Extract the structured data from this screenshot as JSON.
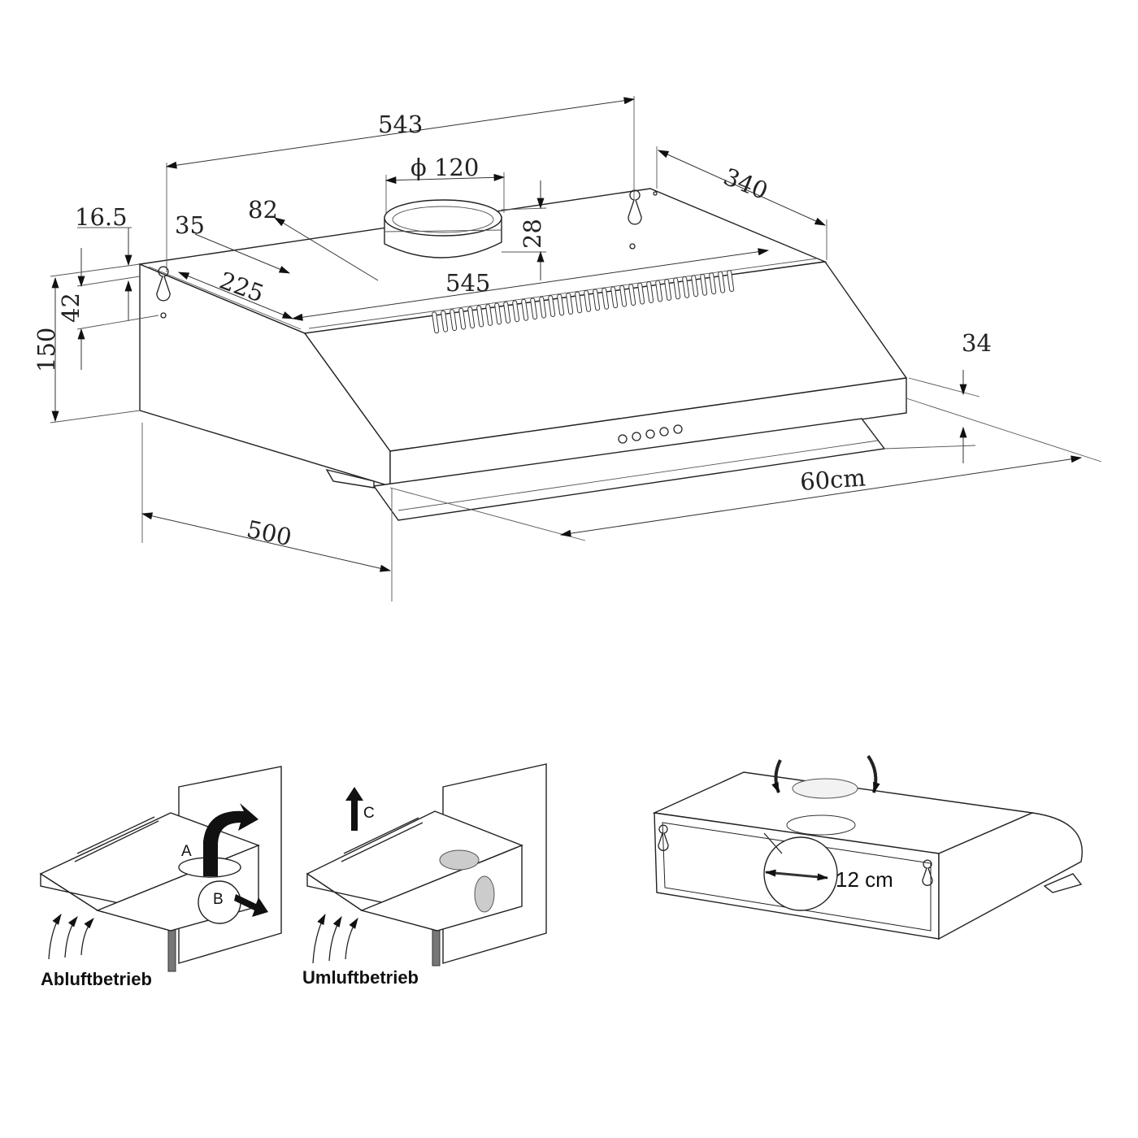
{
  "dimensions": {
    "d543": "543",
    "d120": "ϕ 120",
    "d340": "340",
    "d16_5": "16.5",
    "d35": "35",
    "d82": "82",
    "d28": "28",
    "d545": "545",
    "d225": "225",
    "d42": "42",
    "d150": "150",
    "d34": "34",
    "d60cm": "60cm",
    "d500": "500"
  },
  "modes": {
    "exhaust_label": "Abluftbetrieb",
    "recirculation_label": "Umluftbetrieb",
    "letter_a": "A",
    "letter_b": "B",
    "letter_c": "C"
  },
  "detail": {
    "diameter_label": "12 cm"
  }
}
